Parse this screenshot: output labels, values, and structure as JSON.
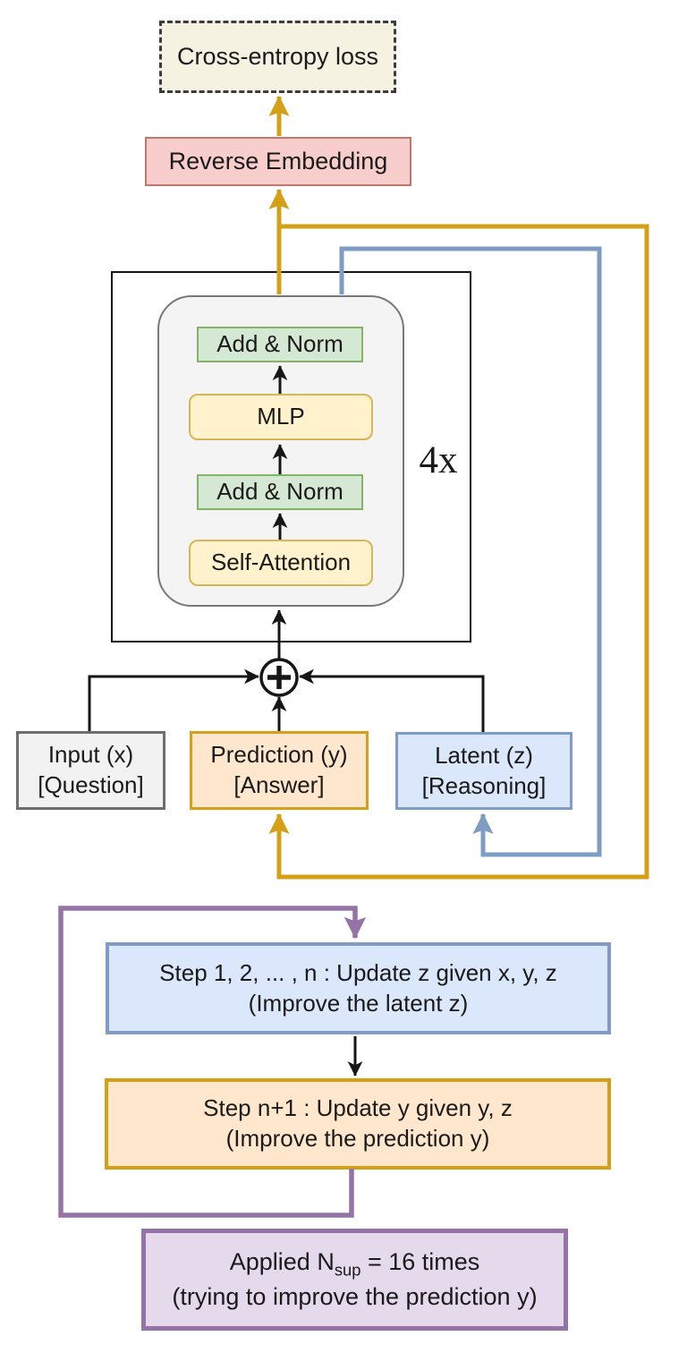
{
  "colors": {
    "gold": "#d4a017",
    "blue": "#7e9cc4",
    "purple": "#9673a6",
    "green_fill": "#d5e8d4",
    "yellow_fill": "#fff2cc",
    "pink_fill": "#f8cecc",
    "orange_fill": "#ffe7cd",
    "blue_fill": "#dbe7fa",
    "purple_fill": "#e5daec"
  },
  "top": {
    "loss_label": "Cross-entropy loss",
    "reverse_embedding_label": "Reverse Embedding"
  },
  "transformer": {
    "repeat_label": "4x",
    "add_norm_top": "Add & Norm",
    "mlp": "MLP",
    "add_norm_bottom": "Add & Norm",
    "self_attention": "Self-Attention"
  },
  "states": {
    "input": {
      "title": "Input (x)",
      "subtitle": "[Question]"
    },
    "prediction": {
      "title": "Prediction (y)",
      "subtitle": "[Answer]"
    },
    "latent": {
      "title": "Latent (z)",
      "subtitle": "[Reasoning]"
    }
  },
  "recursion": {
    "update_z_line1": "Step 1, 2, ... , n : Update z given x, y, z",
    "update_z_line2": "(Improve the latent z)",
    "update_y_line1": "Step n+1 : Update y given y, z",
    "update_y_line2": "(Improve the prediction y)",
    "applied_prefix": "Applied N",
    "applied_sub": "sup",
    "applied_suffix": " = 16 times",
    "applied_line2": "(trying to improve the prediction y)"
  }
}
